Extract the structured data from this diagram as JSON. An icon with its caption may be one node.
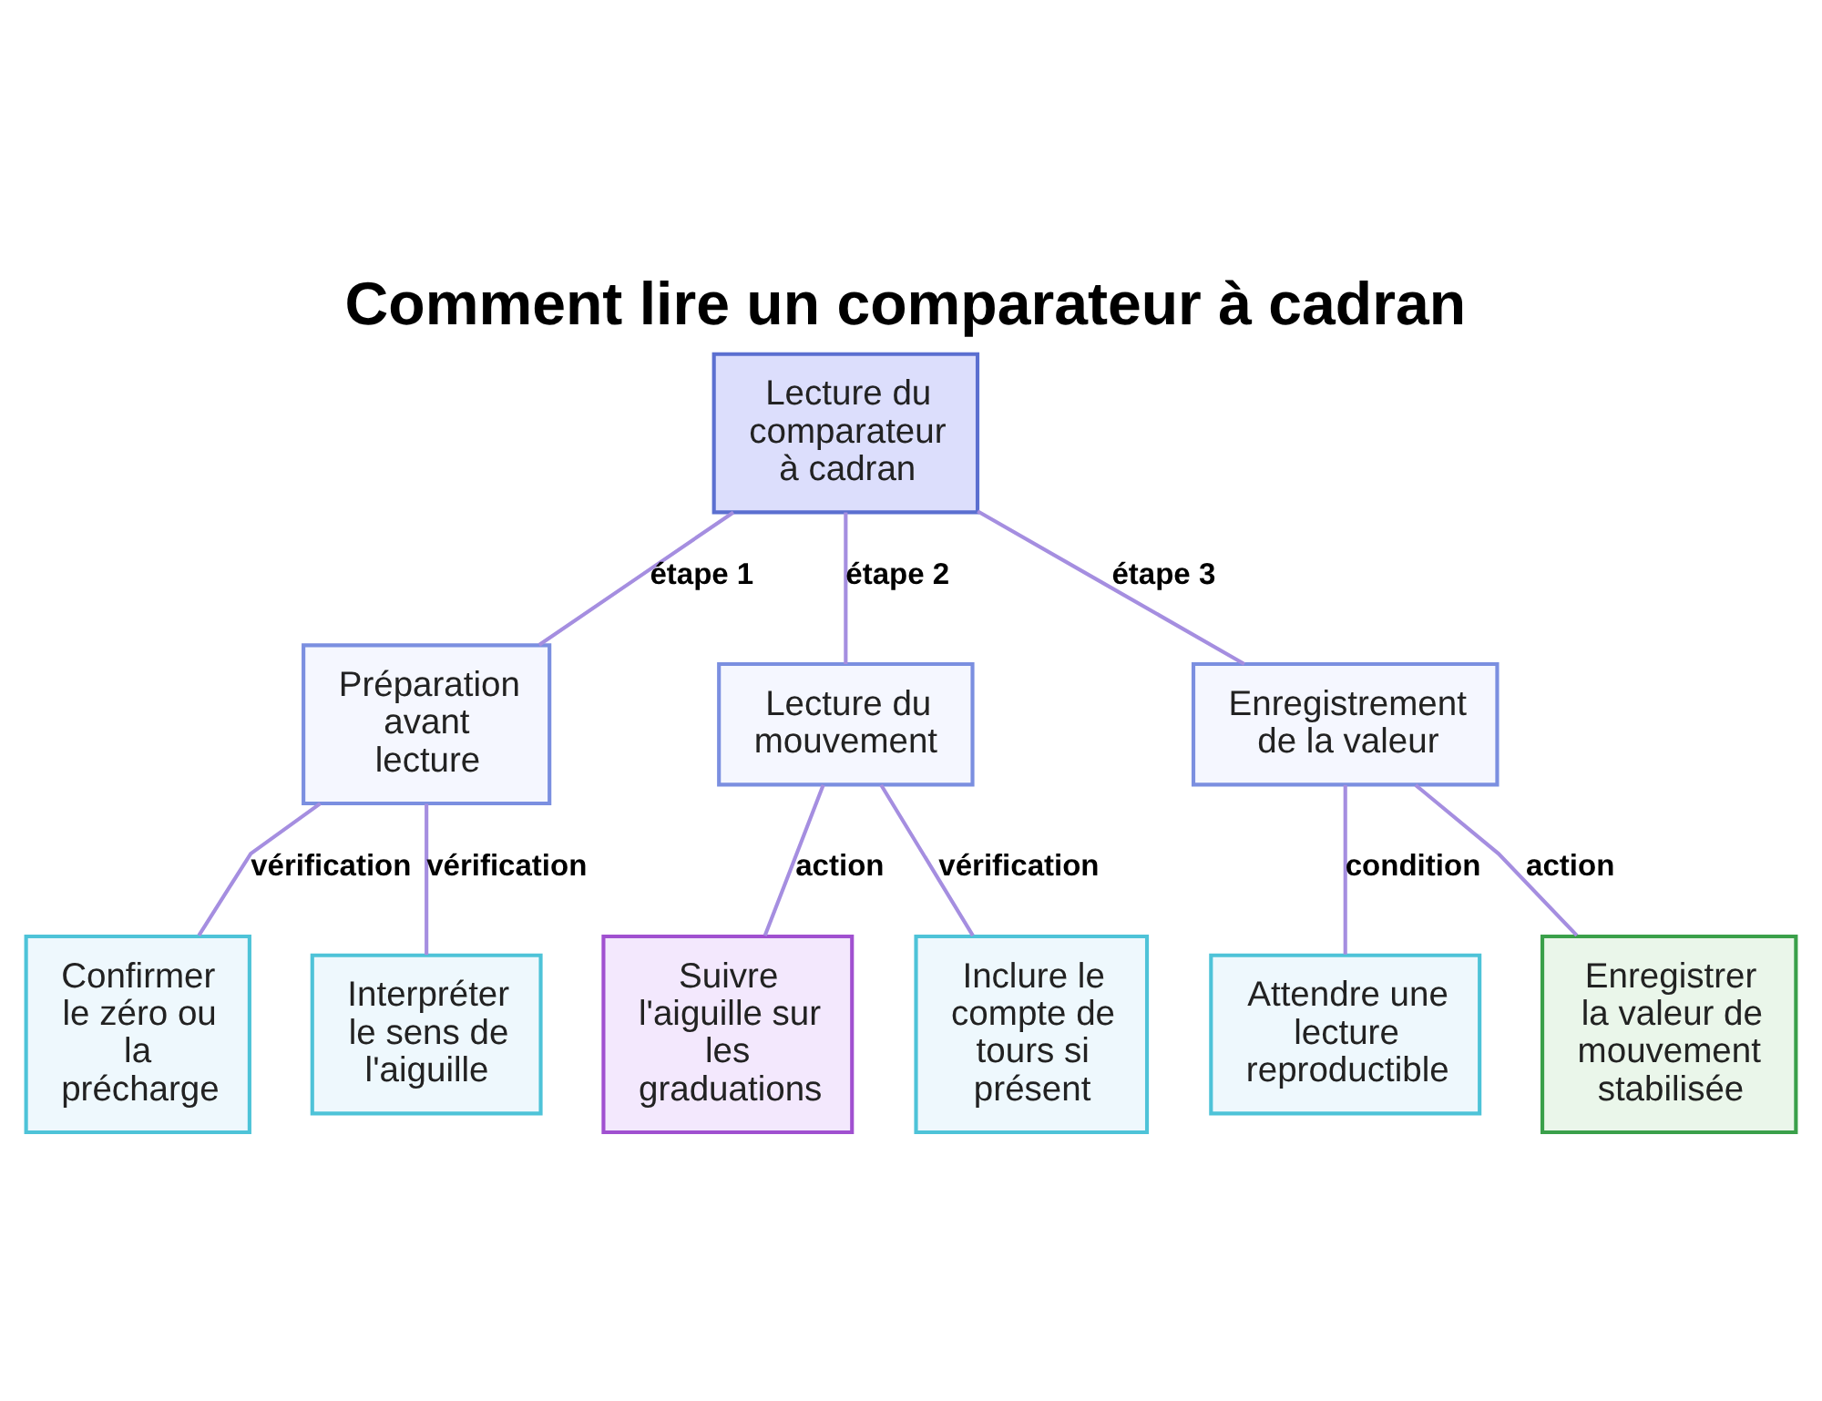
{
  "diagram": {
    "title": "Comment lire un comparateur à cadran",
    "nodes": [
      {
        "text": [
          "Lecture du comparateur à cadran"
        ]
      },
      {
        "text": [
          "Préparation avant lecture"
        ]
      },
      {
        "text": [
          "Lecture du mouvement"
        ]
      },
      {
        "text": [
          "Enregistrement de la valeur"
        ]
      },
      {
        "text": [
          "Confirmer le zéro ou la précharge"
        ]
      },
      {
        "text": [
          "Interpréter le sens de l'aiguille"
        ]
      },
      {
        "text": [
          "Suivre l'aiguille sur les graduations"
        ]
      },
      {
        "text": [
          "Inclure le compte de tours si présent"
        ]
      },
      {
        "text": [
          "Attendre une lecture reproductible"
        ]
      },
      {
        "text": [
          "Enregistrer la valeur de mouvement stabilisée"
        ]
      }
    ],
    "edges": [
      {
        "from": 0,
        "to": 1,
        "arrow": "none",
        "label": "étape 1"
      },
      {
        "from": 0,
        "to": 2,
        "arrow": "none",
        "label": "étape 2"
      },
      {
        "from": 0,
        "to": 3,
        "arrow": "none",
        "label": "étape 3"
      },
      {
        "from": 1,
        "to": 4,
        "arrow": "none",
        "label": "vérification"
      },
      {
        "from": 1,
        "to": 5,
        "arrow": "none",
        "label": "vérification"
      },
      {
        "from": 2,
        "to": 6,
        "arrow": "none",
        "label": "action"
      },
      {
        "from": 2,
        "to": 7,
        "arrow": "none",
        "label": "vérification"
      },
      {
        "from": 3,
        "to": 8,
        "arrow": "none",
        "label": "condition"
      },
      {
        "from": 3,
        "to": 9,
        "arrow": "none",
        "label": "action"
      }
    ]
  }
}
